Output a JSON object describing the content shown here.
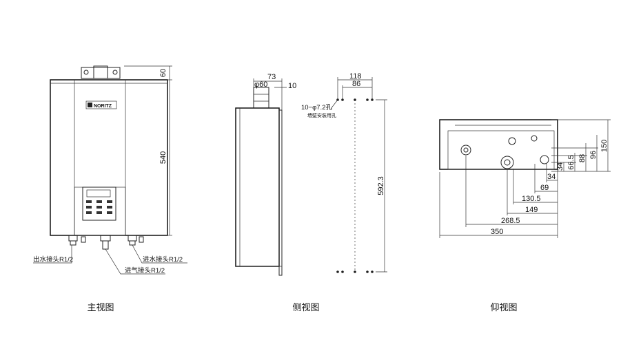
{
  "captions": {
    "front": "主视图",
    "side": "侧视图",
    "bottom": "仰视图"
  },
  "front_view": {
    "brand": "NORITZ",
    "dim_top": "60",
    "dim_height": "540",
    "label_hot_water": "出水接头R1/2",
    "label_cold_water": "进水接头R1/2",
    "label_gas": "进气接头R1/2"
  },
  "side_view": {
    "dim_73": "73",
    "dim_10": "10",
    "dim_dia60": "φ60",
    "dim_118": "118",
    "dim_86": "86",
    "dim_592": "592.3",
    "holes_label": "10−φ7.2孔",
    "holes_sub": "墙壁安装用孔"
  },
  "bottom_view": {
    "dim_150": "150",
    "dim_88": "88",
    "dim_96": "96",
    "dim_66_5": "66.5",
    "dim_34v": "34",
    "dim_34h": "34",
    "dim_69": "69",
    "dim_130_5": "130.5",
    "dim_149": "149",
    "dim_268_5": "268.5",
    "dim_350": "350"
  }
}
